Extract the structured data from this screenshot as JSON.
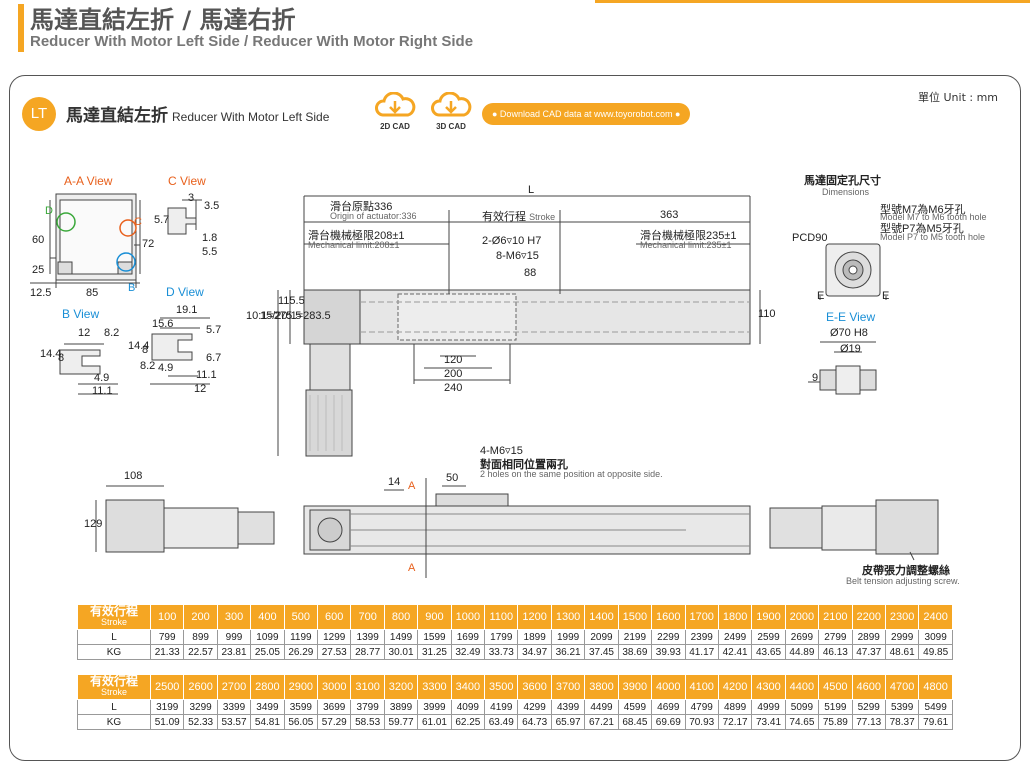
{
  "header": {
    "title_zh": "馬達直結左折 / 馬達右折",
    "title_en": "Reducer With Motor Left  Side / Reducer With Motor Right Side"
  },
  "panel": {
    "badge": "LT",
    "title_zh": "馬達直結左折",
    "title_en": "Reducer With Motor Left Side",
    "cad_2d": "2D CAD",
    "cad_3d": "3D CAD",
    "download": "● Download CAD data at www.toyorobot.com ●",
    "unit": "單位 Unit : mm"
  },
  "views": {
    "aa": "A-A View",
    "c": "C View",
    "d": "D View",
    "b": "B View",
    "ee": "E-E View",
    "d_mark": "D",
    "c_mark": "C",
    "b_mark": "B",
    "e_mark": "E"
  },
  "dims": {
    "aa_60": "60",
    "aa_25": "25",
    "aa_12_5": "12.5",
    "aa_85": "85",
    "aa_72": "72",
    "c_3": "3",
    "c_3_5": "3.5",
    "c_5_7": "5.7",
    "c_1_8": "1.8",
    "c_5_5": "5.5",
    "d_19_1": "19.1",
    "d_15_6": "15.6",
    "d_5_7": "5.7",
    "d_14_4": "14.4",
    "d_8": "8",
    "d_8_2": "8.2",
    "d_4_9": "4.9",
    "d_6_7": "6.7",
    "d_11_1": "11.1",
    "d_12": "12",
    "b_12": "12",
    "b_8_2": "8.2",
    "b_14_4": "14.4",
    "b_8": "8",
    "b_4_9": "4.9",
    "b_11_1": "11.1",
    "L": "L",
    "origin_zh": "滑台原點336",
    "origin_en": "Origin of actuator:336",
    "stroke_zh": "有效行程",
    "stroke_en": "Stroke",
    "d363": "363",
    "mech_left_zh": "滑台機械極限208±1",
    "mech_left_en": "Mechanical limit:208±1",
    "mech_right_zh": "滑台機械極限235±1",
    "mech_right_en": "Mechanical limit:235±1",
    "holes_a": "2-Ø6▿10 H7",
    "holes_b": "8-M6▿15",
    "d88": "88",
    "d115_5": "115.5",
    "d110": "110",
    "ratio_a": "10:1=275.5",
    "ratio_b": "15/20:1=283.5",
    "d120": "120",
    "d200": "200",
    "d240": "240",
    "motor_hole_zh": "馬達固定孔尺寸",
    "motor_hole_en": "Dimensions",
    "m7_zh": "型號M7為M6牙孔",
    "m7_en": "Model M7 to M6 tooth hole",
    "p7_zh": "型號P7為M5牙孔",
    "p7_en": "Model P7 to M5 tooth hole",
    "pcd": "PCD90",
    "phi70": "Ø70 H8",
    "phi19": "Ø19",
    "d9": "9",
    "d108": "108",
    "d129": "129",
    "d14": "14",
    "d50": "50",
    "sec_a": "A",
    "opp_holes": "4-M6▿15",
    "opp_zh": "對面相同位置兩孔",
    "opp_en": "2 holes on the same position at opposite side.",
    "belt_zh": "皮帶張力調整螺絲",
    "belt_en": "Belt tension adjusting screw."
  },
  "table1": {
    "head_zh": "有效行程",
    "head_en": "Stroke",
    "row_L": "L",
    "row_KG": "KG",
    "strokes": [
      "100",
      "200",
      "300",
      "400",
      "500",
      "600",
      "700",
      "800",
      "900",
      "1000",
      "1100",
      "1200",
      "1300",
      "1400",
      "1500",
      "1600",
      "1700",
      "1800",
      "1900",
      "2000",
      "2100",
      "2200",
      "2300",
      "2400"
    ],
    "L": [
      "799",
      "899",
      "999",
      "1099",
      "1199",
      "1299",
      "1399",
      "1499",
      "1599",
      "1699",
      "1799",
      "1899",
      "1999",
      "2099",
      "2199",
      "2299",
      "2399",
      "2499",
      "2599",
      "2699",
      "2799",
      "2899",
      "2999",
      "3099"
    ],
    "KG": [
      "21.33",
      "22.57",
      "23.81",
      "25.05",
      "26.29",
      "27.53",
      "28.77",
      "30.01",
      "31.25",
      "32.49",
      "33.73",
      "34.97",
      "36.21",
      "37.45",
      "38.69",
      "39.93",
      "41.17",
      "42.41",
      "43.65",
      "44.89",
      "46.13",
      "47.37",
      "48.61",
      "49.85"
    ]
  },
  "table2": {
    "head_zh": "有效行程",
    "head_en": "Stroke",
    "row_L": "L",
    "row_KG": "KG",
    "strokes": [
      "2500",
      "2600",
      "2700",
      "2800",
      "2900",
      "3000",
      "3100",
      "3200",
      "3300",
      "3400",
      "3500",
      "3600",
      "3700",
      "3800",
      "3900",
      "4000",
      "4100",
      "4200",
      "4300",
      "4400",
      "4500",
      "4600",
      "4700",
      "4800"
    ],
    "L": [
      "3199",
      "3299",
      "3399",
      "3499",
      "3599",
      "3699",
      "3799",
      "3899",
      "3999",
      "4099",
      "4199",
      "4299",
      "4399",
      "4499",
      "4599",
      "4699",
      "4799",
      "4899",
      "4999",
      "5099",
      "5199",
      "5299",
      "5399",
      "5499"
    ],
    "KG": [
      "51.09",
      "52.33",
      "53.57",
      "54.81",
      "56.05",
      "57.29",
      "58.53",
      "59.77",
      "61.01",
      "62.25",
      "63.49",
      "64.73",
      "65.97",
      "67.21",
      "68.45",
      "69.69",
      "70.93",
      "72.17",
      "73.41",
      "74.65",
      "75.89",
      "77.13",
      "78.37",
      "79.61"
    ]
  },
  "colors": {
    "accent": "#f5a623",
    "view_orange": "#e8601c",
    "view_blue": "#1a8fd6",
    "view_green": "#3aa83a"
  }
}
